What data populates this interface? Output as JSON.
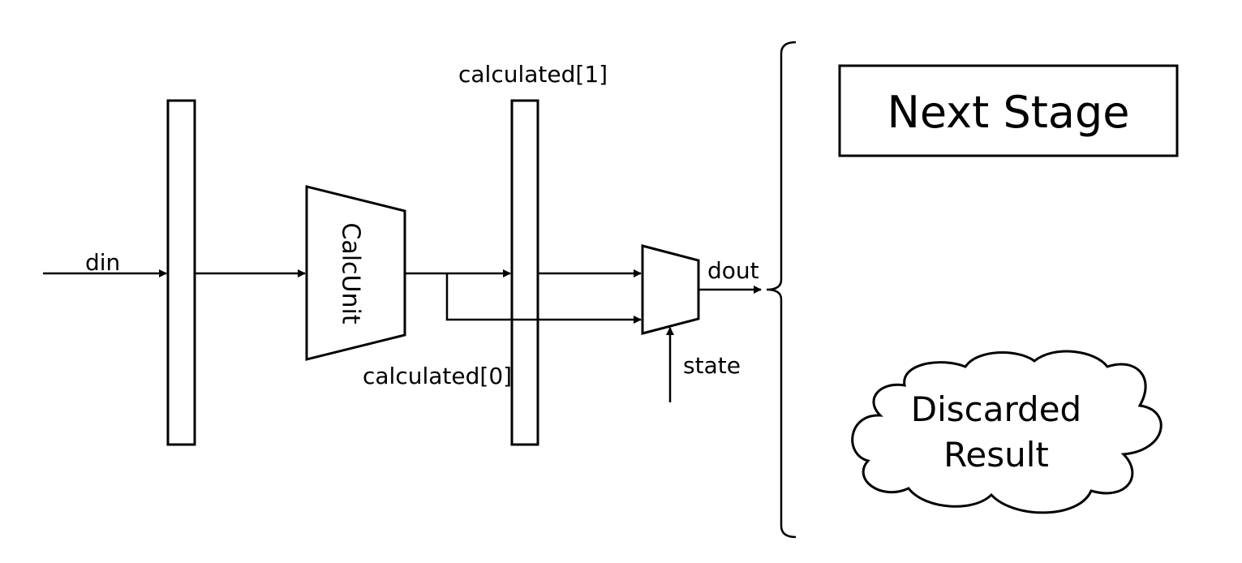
{
  "labels": {
    "din": "din",
    "calc_unit": "CalcUnit",
    "calculated_1": "calculated[1]",
    "calculated_0": "calculated[0]",
    "dout": "dout",
    "state": "state",
    "next_stage": "Next Stage",
    "discarded_line1": "Discarded",
    "discarded_line2": "Result"
  },
  "colors": {
    "stroke": "#000000",
    "background": "#ffffff"
  }
}
